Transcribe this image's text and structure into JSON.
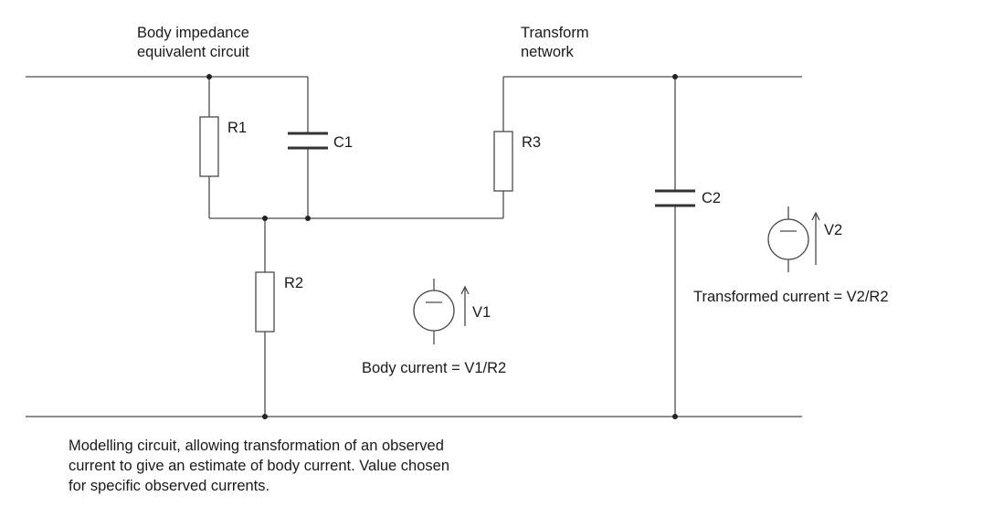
{
  "headings": {
    "body_impedance": [
      "Body impedance",
      "equivalent circuit"
    ],
    "transform_network": [
      "Transform",
      "network"
    ]
  },
  "components": {
    "r1": "R1",
    "r2": "R2",
    "r3": "R3",
    "c1": "C1",
    "c2": "C2",
    "v1": "V1",
    "v2": "V2"
  },
  "annotations": {
    "body_current": "Body current = V1/R2",
    "transformed_current": "Transformed current = V2/R2"
  },
  "caption": [
    "Modelling circuit, allowing transformation of an observed",
    "current to give an estimate of body current. Value chosen",
    "for specific observed currents."
  ]
}
